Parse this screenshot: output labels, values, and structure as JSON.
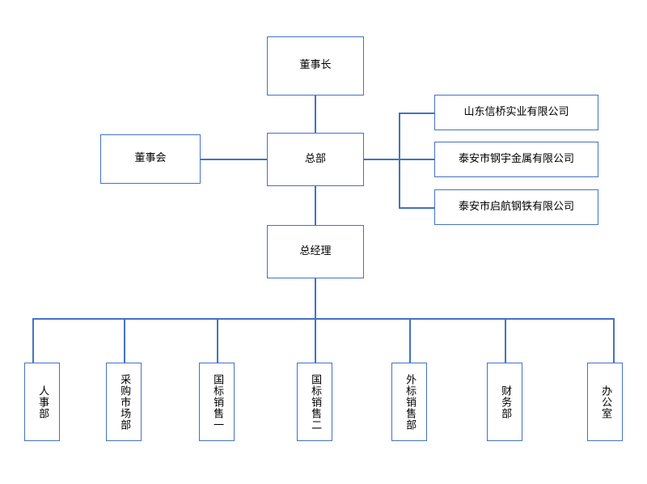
{
  "chart_type": "org-chart",
  "colors": {
    "line": "#4472c4",
    "border": "#4472c4",
    "node_fill": "#ffffff",
    "text": "#000000",
    "background": "#ffffff"
  },
  "nodes": {
    "chairman": "董事长",
    "board": "董事会",
    "headquarters": "总部",
    "general_manager": "总经理",
    "subsidiaries": [
      "山东信桥实业有限公司",
      "泰安市钢宇金属有限公司",
      "泰安市启航钢铁有限公司"
    ],
    "departments": [
      "人事部",
      "采购市场部",
      "国标销售一",
      "国标销售二",
      "外标销售部",
      "财务部",
      "办公室"
    ]
  }
}
